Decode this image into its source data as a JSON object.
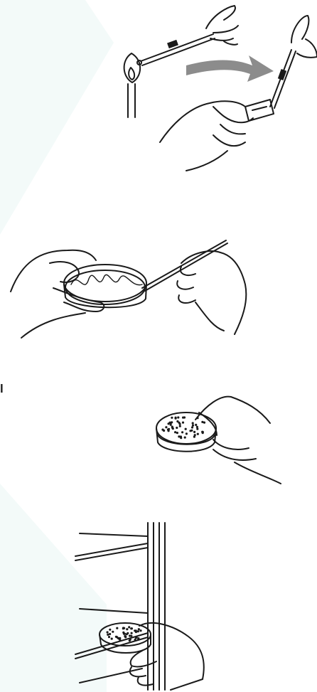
{
  "colors": {
    "background": "#ffffff",
    "accent_band": "#f3faf9",
    "line": "#1a1a1a",
    "arrow": "#8c8c8c"
  },
  "panels": [
    {
      "name": "flame-sterilize-loop",
      "icons": [
        "match-flame-icon",
        "inoculating-loop-icon",
        "transfer-arrow-icon",
        "test-tube-icon",
        "hand-icon"
      ]
    },
    {
      "name": "streak-petri-dish",
      "icons": [
        "petri-dish-icon",
        "inoculating-loop-icon",
        "hand-icon"
      ]
    },
    {
      "name": "incubated-colonies",
      "icons": [
        "petri-dish-colonies-icon",
        "hand-icon"
      ]
    },
    {
      "name": "place-in-incubator",
      "icons": [
        "incubator-shelf-icon",
        "petri-dish-colonies-icon",
        "hand-icon"
      ]
    }
  ],
  "step_label": "l"
}
